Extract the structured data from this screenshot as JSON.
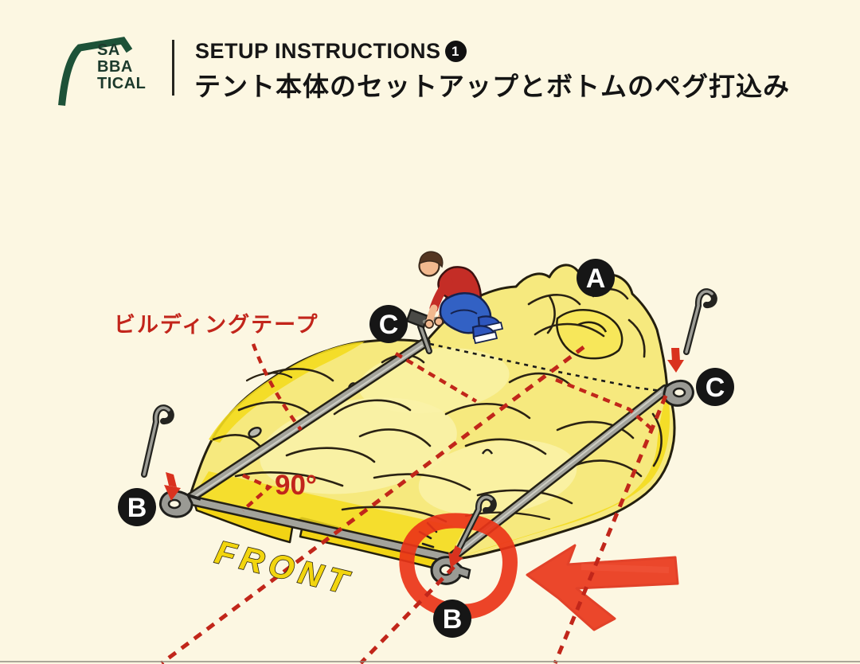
{
  "header": {
    "logo": {
      "lines": [
        "SA",
        "BBA",
        "TICAL"
      ]
    },
    "title_en": "SETUP INSTRUCTIONS",
    "title_badge": "1",
    "title_ja": "テント本体のセットアップとボトムのペグ打込み"
  },
  "diagram": {
    "labels": {
      "building_tape": "ビルディングテープ",
      "angle": "90°",
      "front": "FRONT"
    },
    "markers": {
      "a": "A",
      "c_top": "C",
      "c_right": "C",
      "b_left": "B",
      "b_bottom": "B"
    },
    "colors": {
      "background": "#FCF7E2",
      "ink_outline": "#241F0E",
      "brand_green": "#1D5238",
      "instruction_red": "#C1261A",
      "marker_red": "#EA3418",
      "tent_yellow": "#F6E97E",
      "tent_yellow_deep": "#F3D814",
      "tent_yellow_pale": "#FAF2A8",
      "tape_gray": "#A3A39B",
      "shirt_red": "#C42D26",
      "denim_blue": "#3261C4",
      "front_text_yellow": "#F2D50E"
    }
  }
}
